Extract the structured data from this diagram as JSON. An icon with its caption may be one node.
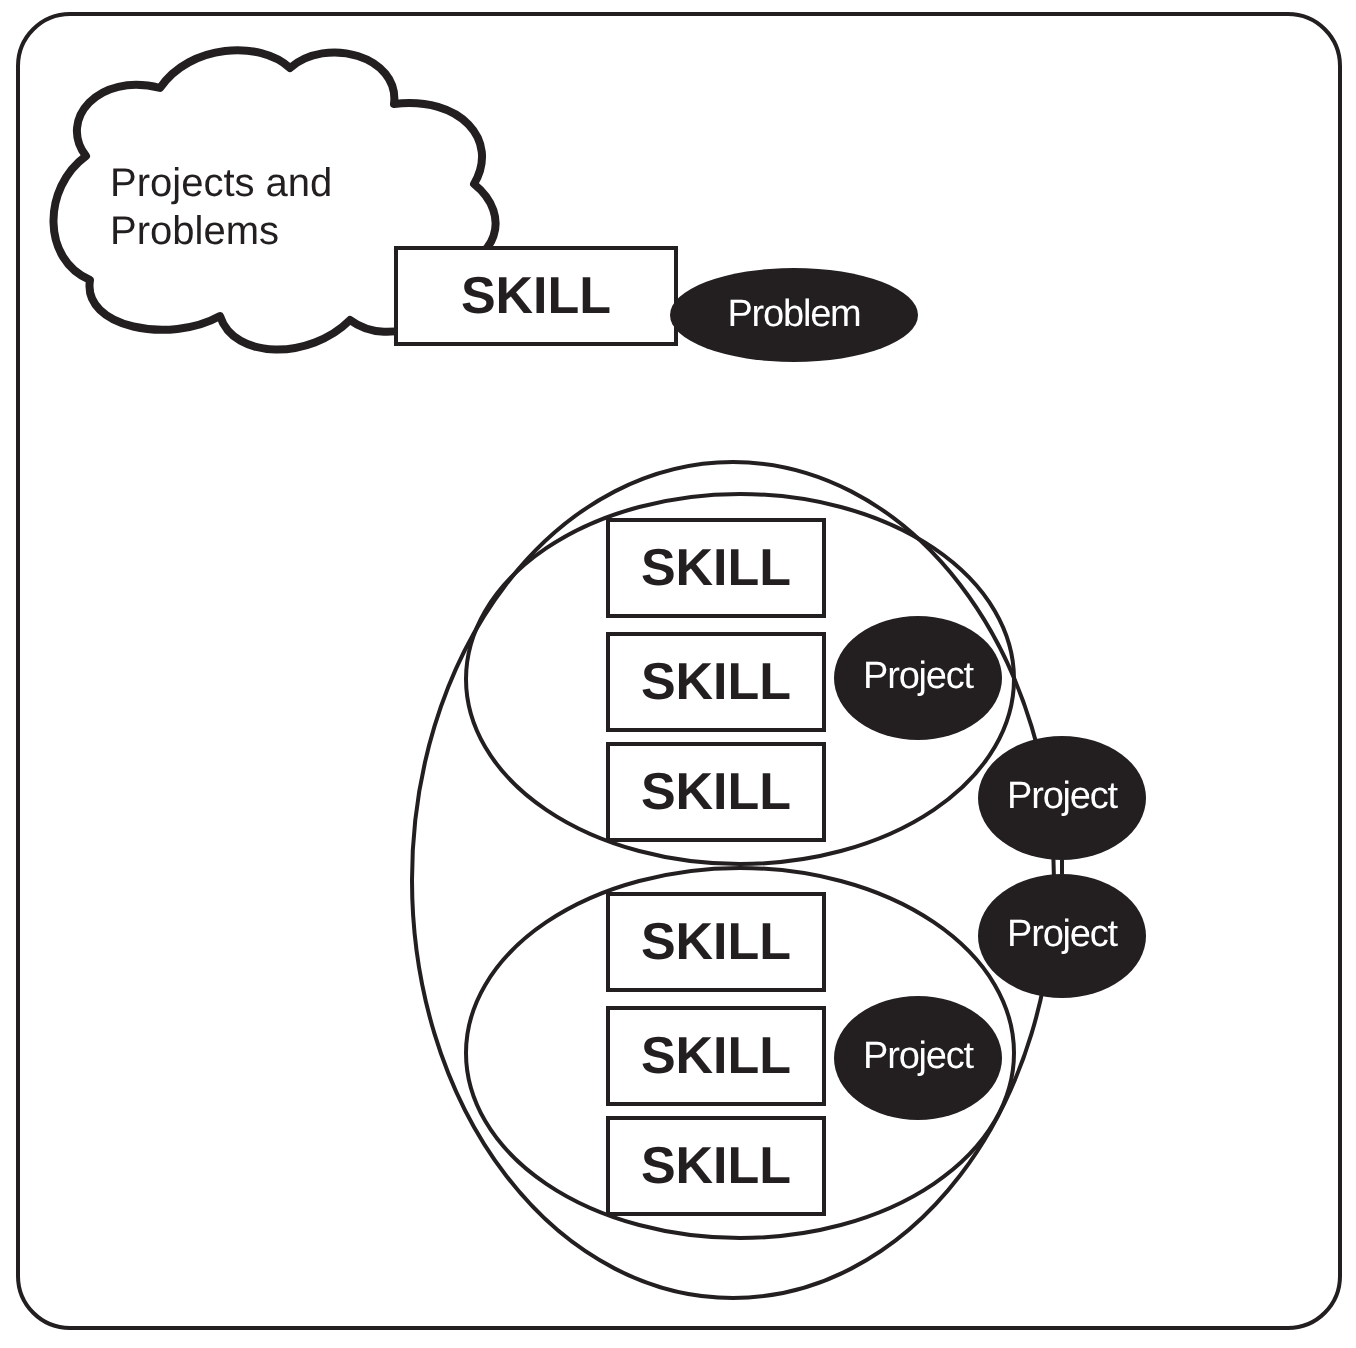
{
  "diagram": {
    "nodes": [
      {
        "text": [
          "Projects and Problems"
        ]
      },
      {
        "text": [
          "SKILL"
        ]
      },
      {
        "text": [
          "Problem"
        ]
      },
      {
        "text": [],
        "shape": "ellipse"
      },
      {
        "text": [],
        "shape": "ellipse",
        "in": 3
      },
      {
        "text": [
          "SKILL"
        ],
        "in": 4
      },
      {
        "text": [
          "SKILL"
        ],
        "in": 4
      },
      {
        "text": [
          "SKILL"
        ],
        "in": 4
      },
      {
        "text": [
          "Project"
        ],
        "in": 4
      },
      {
        "text": [
          "Project"
        ]
      },
      {
        "text": [
          "Project"
        ]
      },
      {
        "text": [],
        "shape": "ellipse",
        "in": 3
      },
      {
        "text": [
          "SKILL"
        ],
        "in": 11
      },
      {
        "text": [
          "SKILL"
        ],
        "in": 11
      },
      {
        "text": [
          "SKILL"
        ],
        "in": 11
      },
      {
        "text": [
          "Project"
        ],
        "in": 11
      }
    ],
    "edges": [
      {
        "from": 9,
        "to": 10,
        "arrow": "none"
      }
    ]
  }
}
